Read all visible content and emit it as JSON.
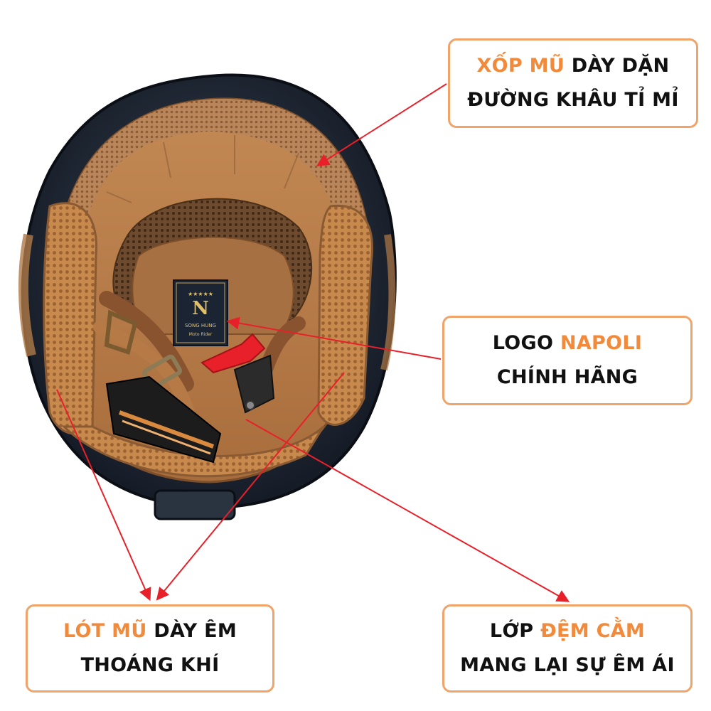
{
  "callouts": {
    "xop_mu": {
      "line1_highlight": "XỐP MŨ",
      "line1_rest": " DÀY DẶN",
      "line2": "ĐƯỜNG KHÂU TỈ MỈ"
    },
    "logo": {
      "line1_prefix": "LOGO ",
      "line1_highlight": "NAPOLI",
      "line2": "CHÍNH HÃNG"
    },
    "lot_mu": {
      "line1_highlight": "LÓT MŨ",
      "line1_rest": " DÀY ÊM",
      "line2": "THOÁNG KHÍ"
    },
    "lop_dem": {
      "line1_prefix": "LỚP ",
      "line1_highlight": "ĐỆM CẰM",
      "line2": "MANG LẠI SỰ ÊM ÁI"
    }
  },
  "helmet_logo": {
    "letter": "N",
    "brand": "SONG HUNG",
    "subtext": "Moto Rider"
  },
  "colors": {
    "accent": "#f28a3c",
    "box_border": "#f0a46a",
    "arrow": "#e8202a",
    "shell": "#1c2431",
    "liner": "#b57a45",
    "mesh": "#c8894d"
  }
}
